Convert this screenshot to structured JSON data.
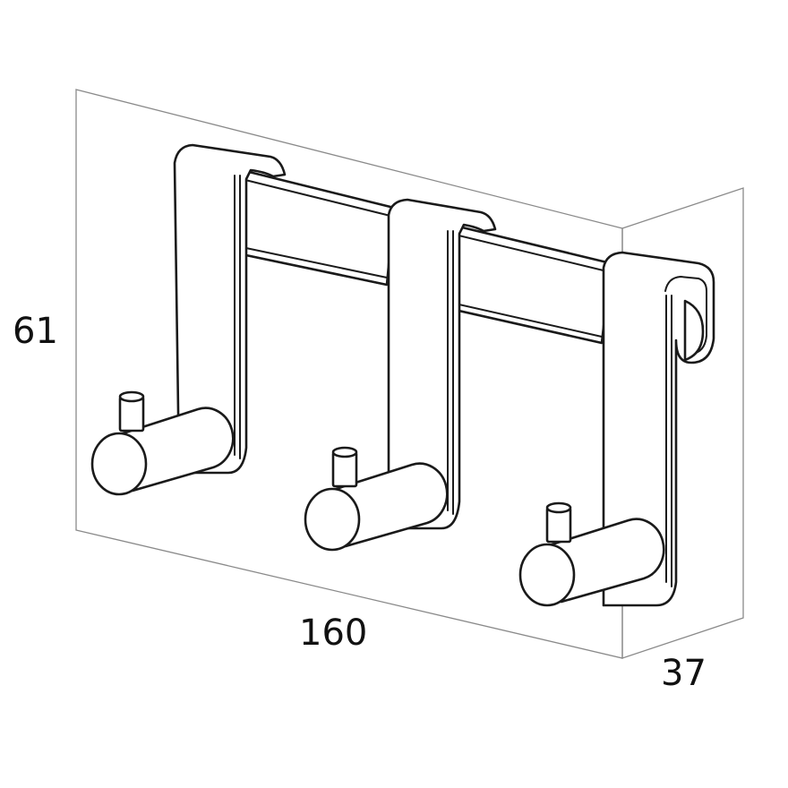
{
  "dimensions": {
    "height": "61",
    "width": "160",
    "depth": "37"
  },
  "product": {
    "icon": "triple-hook-rail-icon",
    "hooks": 3
  },
  "colors": {
    "line": "#1a1a1a",
    "box": "#8a8a8a",
    "background": "#ffffff"
  }
}
